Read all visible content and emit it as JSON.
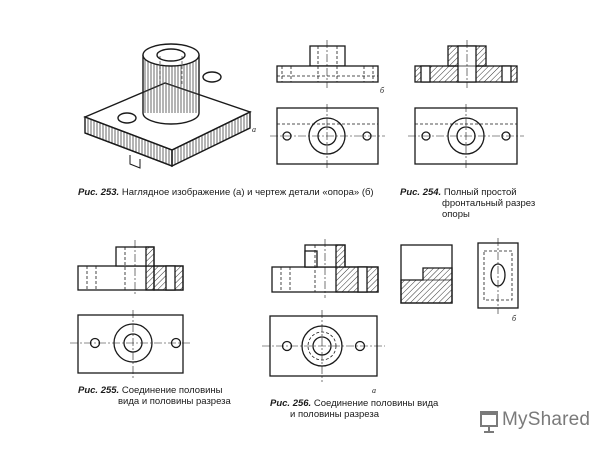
{
  "figures": {
    "fig253": {
      "number": "Рис. 253.",
      "text": "Наглядное изображение (а) и чертеж детали «опора» (б)",
      "label_a": "а",
      "label_b": "б"
    },
    "fig254": {
      "number": "Рис. 254.",
      "line1": "Полный простой",
      "line2": "фронтальный разрез",
      "line3": "опоры"
    },
    "fig255": {
      "number": "Рис. 255.",
      "line1": "Соединение половины",
      "line2": "вида и половины разреза"
    },
    "fig256": {
      "number": "Рис. 256.",
      "line1": "Соединение половины вида",
      "line2": "и половины разреза",
      "label_a": "а",
      "label_b": "б"
    }
  },
  "watermark": {
    "text": "MyShared",
    "icon": "projector-screen-icon"
  },
  "colors": {
    "ink": "#1a1a1a",
    "paper": "#ffffff",
    "hatch": "#333333",
    "logo": "#7a7a7a"
  }
}
